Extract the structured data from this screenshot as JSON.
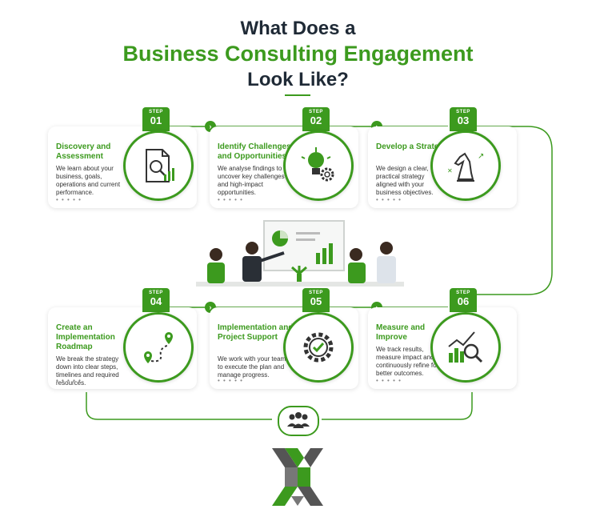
{
  "title": {
    "line1": "What Does a",
    "line2": "Business Consulting Engagement",
    "line3": "Look Like?"
  },
  "colors": {
    "accent": "#3c9a1e",
    "dark": "#1f2a36"
  },
  "step_word": "STEP",
  "steps": [
    {
      "number": "01",
      "title": "Discovery and Assessment",
      "desc": "We learn about your business, goals, operations and current performance.",
      "icon": "document-search-icon"
    },
    {
      "number": "02",
      "title": "Identify Challenges and Opportunities",
      "desc": "We analyse findings to uncover key challenges and high-impact opportunities.",
      "icon": "lightbulb-gear-icon"
    },
    {
      "number": "03",
      "title": "Develop a Strategy",
      "desc": "We design a clear, practical strategy aligned with your business objectives.",
      "icon": "chess-knight-icon"
    },
    {
      "number": "04",
      "title": "Create an Implementation Roadmap",
      "desc": "We break the strategy down into clear steps, timelines and required resources.",
      "icon": "route-pins-icon"
    },
    {
      "number": "05",
      "title": "Implementation and Project Support",
      "desc": "We work with your team to execute the plan and manage progress.",
      "icon": "gear-check-icon"
    },
    {
      "number": "06",
      "title": "Measure and Improve",
      "desc": "We track results, measure impact and continuously refine for better outcomes.",
      "icon": "chart-magnifier-icon"
    }
  ]
}
